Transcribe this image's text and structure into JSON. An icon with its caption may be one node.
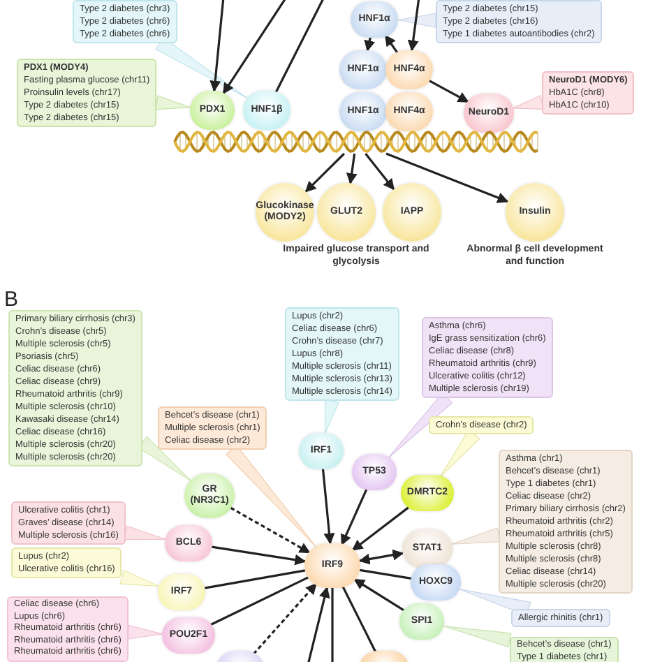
{
  "diagram": {
    "nodes": [
      {
        "text": [
          "Type 2 diabetes (chr3)",
          "Type 2 diabetes (chr6)",
          "Type 2 diabetes (chr6)"
        ]
      },
      {
        "text": [
          "Type 2 diabetes (chr15)",
          "Type 2 diabetes (chr16)",
          "Type 1 diabetes autoantibodies (chr2)"
        ]
      },
      {
        "text": [
          "HNF1α"
        ]
      },
      {
        "text": [
          "PDX1 (MODY4)",
          "Fasting plasma glucose (chr11)",
          "Proinsulin levels (chr17)",
          "Type 2 diabetes (chr15)",
          "Type 2 diabetes (chr15)"
        ]
      },
      {
        "text": [
          "HNF1α"
        ]
      },
      {
        "text": [
          "HNF4α"
        ]
      },
      {
        "text": [
          "NeuroD1 (MODY6)",
          "HbA1C (chr8)",
          "HbA1C (chr10)"
        ]
      },
      {
        "text": [
          "PDX1"
        ]
      },
      {
        "text": [
          "HNF1β"
        ]
      },
      {
        "text": [
          "HNF1α"
        ]
      },
      {
        "text": [
          "HNF4α"
        ]
      },
      {
        "text": [
          "NeuroD1"
        ]
      },
      {
        "text": [],
        "shape": "helix"
      },
      {
        "text": [
          "Glucokinase (MODY2)"
        ]
      },
      {
        "text": [
          "GLUT2"
        ]
      },
      {
        "text": [
          "IAPP"
        ]
      },
      {
        "text": [
          "Insulin"
        ],
        "beside": [
          "Abnormal β cell development and function"
        ]
      },
      {
        "text": [
          "Primary biliary cirrhosis (chr3)",
          "Crohn’s disease (chr5)",
          "Multiple sclerosis (chr5)",
          "Psoriasis (chr5)",
          "Celiac disease (chr6)",
          "Celiac disease (chr9)",
          "Rheumatoid arthritis (chr9)",
          "Multiple sclerosis (chr10)",
          "Kawasaki disease (chr14)",
          "Celiac disease (chr16)",
          "Multiple sclerosis (chr20)",
          "Multiple sclerosis (chr20)"
        ]
      },
      {
        "text": [
          "Lupus (chr2)",
          "Celiac disease (chr6)",
          "Crohn’s disease (chr7)",
          "Lupus (chr8)",
          "Multiple sclerosis (chr11)",
          "Multiple sclerosis (chr13)",
          "Multiple sclerosis (chr14)"
        ]
      },
      {
        "text": [
          "Asthma (chr6)",
          "IgE grass sensitization (chr6)",
          "Celiac disease (chr8)",
          "Rheumatoid arthritis (chr9)",
          "Ulcerative colitis (chr12)",
          "Multiple sclerosis (chr19)"
        ]
      },
      {
        "text": [
          "Behcet’s disease (chr1)",
          "Multiple sclerosis (chr1)",
          "Celiac disease (chr2)"
        ]
      },
      {
        "text": [
          "Crohn’s disease (chr2)"
        ]
      },
      {
        "text": [
          "IRF1"
        ]
      },
      {
        "text": [
          "GR (NR3C1)"
        ]
      },
      {
        "text": [
          "TP53"
        ]
      },
      {
        "text": [
          "DMRTC2"
        ]
      },
      {
        "text": [
          "Asthma (chr1)",
          "Behcet’s disease (chr1)",
          "Type 1 diabetes (chr1)",
          "Celiac disease (chr2)",
          "Primary biliary cirrhosis (chr2)",
          "Rheumatoid arthritis (chr2)",
          "Rheumatoid arthritis (chr5)",
          "Multiple sclerosis (chr8)",
          "Multiple sclerosis (chr8)",
          "Celiac disease (chr14)",
          "Multiple sclerosis (chr20)"
        ]
      },
      {
        "text": [
          "Ulcerative colitis (chr1)",
          "Graves’ disease (chr14)",
          "Multiple sclerosis (chr16)"
        ]
      },
      {
        "text": [
          "BCL6"
        ]
      },
      {
        "text": [
          "STAT1"
        ]
      },
      {
        "text": [
          "IRF9"
        ]
      },
      {
        "text": [
          "Lupus (chr2)",
          "Ulcerative colitis (chr16)"
        ]
      },
      {
        "text": [
          "IRF7"
        ]
      },
      {
        "text": [
          "HOXC9"
        ]
      },
      {
        "text": [
          "Celiac disease (chr6)",
          "Lupus (chr6)",
          "Rheumatoid arthritis (chr6)",
          "Rheumatoid arthritis (chr6)",
          "Rheumatoid arthritis (chr6)"
        ]
      },
      {
        "text": [
          "POU2F1"
        ]
      },
      {
        "text": [
          "SPI1"
        ]
      },
      {
        "text": [
          "Allergic rhinitis (chr1)"
        ]
      },
      {
        "text": [
          "Behcet’s disease (chr1)",
          "Type 1 diabetes (chr1)"
        ]
      },
      {
        "text": [],
        "shape": "circle"
      },
      {
        "text": [],
        "shape": "circle"
      }
    ],
    "edges": [
      {
        "from": 0,
        "to": 8,
        "arrow": "none"
      },
      {
        "from": 1,
        "to": 2,
        "arrow": "none"
      },
      {
        "from": 3,
        "to": 7,
        "arrow": "none"
      },
      {
        "from": 6,
        "to": 11,
        "arrow": "none"
      },
      {
        "from": null,
        "to": 7,
        "arrow": "to"
      },
      {
        "from": null,
        "to": 7,
        "arrow": "to"
      },
      {
        "from": 8,
        "to": null,
        "arrow": "none"
      },
      {
        "from": null,
        "to": 5,
        "arrow": "to"
      },
      {
        "from": 2,
        "to": 4,
        "arrow": "to"
      },
      {
        "from": 5,
        "to": 2,
        "arrow": "to"
      },
      {
        "from": 5,
        "to": 11,
        "arrow": "to"
      },
      {
        "from": 12,
        "to": 13,
        "arrow": "to"
      },
      {
        "from": 12,
        "to": 14,
        "arrow": "to"
      },
      {
        "from": 12,
        "to": 15,
        "arrow": "to"
      },
      {
        "from": 12,
        "to": 16,
        "arrow": "to"
      },
      {
        "from": 17,
        "to": 23,
        "arrow": "none"
      },
      {
        "from": 18,
        "to": 22,
        "arrow": "none"
      },
      {
        "from": 19,
        "to": 24,
        "arrow": "none"
      },
      {
        "from": 20,
        "to": 30,
        "arrow": "none"
      },
      {
        "from": 21,
        "to": 25,
        "arrow": "none"
      },
      {
        "from": 26,
        "to": 29,
        "arrow": "none"
      },
      {
        "from": 27,
        "to": 28,
        "arrow": "none"
      },
      {
        "from": 31,
        "to": 32,
        "arrow": "none"
      },
      {
        "from": 34,
        "to": 35,
        "arrow": "none"
      },
      {
        "from": 37,
        "to": 33,
        "arrow": "none"
      },
      {
        "from": 38,
        "to": 36,
        "arrow": "none"
      },
      {
        "from": 23,
        "to": 30,
        "arrow": "to",
        "style": "dashed"
      },
      {
        "from": 22,
        "to": 30,
        "arrow": "to"
      },
      {
        "from": 24,
        "to": 30,
        "arrow": "to"
      },
      {
        "from": 25,
        "to": 30,
        "arrow": "to"
      },
      {
        "from": 30,
        "to": 29,
        "arrow": "both"
      },
      {
        "from": 30,
        "to": 33,
        "arrow": "none"
      },
      {
        "from": 36,
        "to": 30,
        "arrow": "to"
      },
      {
        "from": 28,
        "to": 30,
        "arrow": "to"
      },
      {
        "from": 32,
        "to": 30,
        "arrow": "none"
      },
      {
        "from": 35,
        "to": 30,
        "arrow": "none"
      },
      {
        "from": 39,
        "to": 30,
        "arrow": "to",
        "style": "dashed"
      },
      {
        "from": null,
        "to": 30,
        "arrow": "to"
      },
      {
        "from": 30,
        "to": null,
        "arrow": "none"
      },
      {
        "from": 30,
        "to": 40,
        "arrow": "none"
      }
    ],
    "labels": [
      "Impaired glucose transport and glycolysis",
      "B"
    ]
  }
}
